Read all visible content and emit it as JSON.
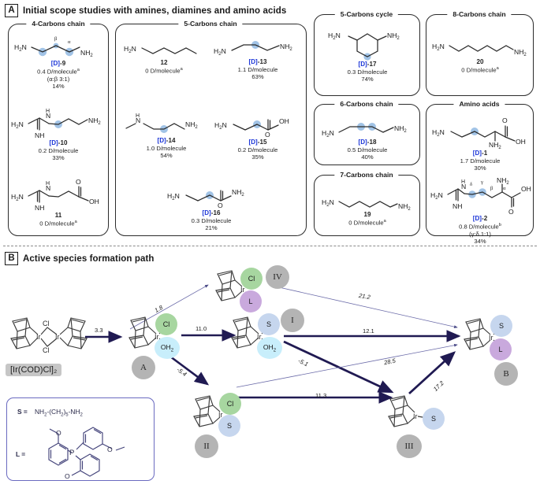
{
  "panelA": {
    "letter": "A",
    "title": "Initial scope studies with amines, diamines and amino acids",
    "groups": [
      {
        "id": "g4",
        "caption": "4-Carbons chain"
      },
      {
        "id": "g5",
        "caption": "5-Carbons chain"
      },
      {
        "id": "g5c",
        "caption": "5-Carbons cycle"
      },
      {
        "id": "g8",
        "caption": "8-Carbons chain"
      },
      {
        "id": "g6",
        "caption": "6-Carbons chain"
      },
      {
        "id": "g7",
        "caption": "7-Carbons chain"
      },
      {
        "id": "gaa",
        "caption": "Amino acids"
      }
    ],
    "compounds": [
      {
        "id": "c9",
        "prefix": "[D]-",
        "number": "9",
        "labeled": true,
        "lines": [
          "0.4 D/molecule<sup>a</sup>",
          "(α:β 3:1)",
          "14%"
        ]
      },
      {
        "id": "c10",
        "prefix": "[D]-",
        "number": "10",
        "labeled": true,
        "lines": [
          "0.2 D/molecule",
          "33%"
        ]
      },
      {
        "id": "c11",
        "prefix": "",
        "number": "11",
        "labeled": false,
        "lines": [
          "0 D/molecule<sup>a</sup>"
        ]
      },
      {
        "id": "c12",
        "prefix": "",
        "number": "12",
        "labeled": false,
        "lines": [
          "0 D/molecule<sup>a</sup>"
        ]
      },
      {
        "id": "c13",
        "prefix": "[D]-",
        "number": "13",
        "labeled": true,
        "lines": [
          "1.1 D/molecule",
          "63%"
        ]
      },
      {
        "id": "c14",
        "prefix": "[D]-",
        "number": "14",
        "labeled": true,
        "lines": [
          "1.0 D/molecule",
          "54%"
        ]
      },
      {
        "id": "c15",
        "prefix": "[D]-",
        "number": "15",
        "labeled": true,
        "lines": [
          "0.2 D/molecule",
          "35%"
        ]
      },
      {
        "id": "c16",
        "prefix": "[D]-",
        "number": "16",
        "labeled": true,
        "lines": [
          "0.3 D/molecule",
          "21%"
        ]
      },
      {
        "id": "c17",
        "prefix": "[D]-",
        "number": "17",
        "labeled": true,
        "lines": [
          "0.3 D/molecule",
          "74%"
        ]
      },
      {
        "id": "c18",
        "prefix": "[D]-",
        "number": "18",
        "labeled": true,
        "lines": [
          "0.5 D/molecule",
          "40%"
        ]
      },
      {
        "id": "c19",
        "prefix": "",
        "number": "19",
        "labeled": false,
        "lines": [
          "0 D/molecule<sup>a</sup>"
        ]
      },
      {
        "id": "c20",
        "prefix": "",
        "number": "20",
        "labeled": false,
        "lines": [
          "0 D/molecule<sup>a</sup>"
        ]
      },
      {
        "id": "c1",
        "prefix": "[D]-",
        "number": "1",
        "labeled": true,
        "lines": [
          "1.7 D/molecule",
          "30%"
        ]
      },
      {
        "id": "c2",
        "prefix": "[D]-",
        "number": "2",
        "labeled": true,
        "lines": [
          "0.8 D/molecule<sup>b</sup>",
          "(γ:δ 1:1)",
          "34%"
        ]
      }
    ],
    "atoms": {
      "h2n": "H₂N",
      "nh2": "NH₂",
      "nh": "NH",
      "n": "N",
      "h": "H",
      "oh": "OH",
      "o": "O"
    },
    "greek": {
      "alpha": "α",
      "beta": "β",
      "gamma": "γ",
      "delta": "δ"
    }
  },
  "panelB": {
    "letter": "B",
    "title": "Active species formation path",
    "start_label": "[Ir(COD)Cl]₂",
    "species": [
      {
        "id": "A",
        "label": "A",
        "ligands": [
          "Cl",
          "OH₂"
        ]
      },
      {
        "id": "I",
        "label": "I",
        "ligands": [
          "S",
          "OH₂"
        ]
      },
      {
        "id": "II",
        "label": "II",
        "ligands": [
          "Cl",
          "S"
        ]
      },
      {
        "id": "III",
        "label": "III",
        "ligands": [
          "S"
        ]
      },
      {
        "id": "IV",
        "label": "IV",
        "ligands": [
          "Cl",
          "L"
        ]
      },
      {
        "id": "B",
        "label": "B",
        "ligands": [
          "S",
          "L"
        ]
      }
    ],
    "barriers": [
      {
        "id": "dimer-to-A",
        "value": "3.3",
        "style": "bold"
      },
      {
        "id": "A-to-IV",
        "value": "1.8",
        "style": "thin"
      },
      {
        "id": "A-to-I",
        "value": "11.0",
        "style": "bold"
      },
      {
        "id": "A-to-II",
        "value": "-5.4",
        "style": "bold"
      },
      {
        "id": "IV-to-B",
        "value": "21.2",
        "style": "thin"
      },
      {
        "id": "I-to-B",
        "value": "12.1",
        "style": "bold"
      },
      {
        "id": "I-to-III",
        "value": "-5.1",
        "style": "bold"
      },
      {
        "id": "II-to-B",
        "value": "28.5",
        "style": "thin"
      },
      {
        "id": "II-to-III",
        "value": "11.3",
        "style": "bold"
      },
      {
        "id": "III-to-B",
        "value": "17.2",
        "style": "bold"
      }
    ],
    "legend": {
      "s_key": "S =",
      "s_value": "NH₂-(CH₂)₅-NH₂",
      "l_key": "L =",
      "l_atom_p": "P",
      "l_atom_o": "O"
    },
    "colors": {
      "cl": "#a7d6a0",
      "oh2": "#c8eefb",
      "s": "#c6d6ee",
      "l": "#c9a9dd",
      "species_label": "#b4b4b4",
      "arrow_bold": "#201a52",
      "arrow_thin": "#6a6aa8",
      "deuterium": "#1b35d8"
    }
  }
}
